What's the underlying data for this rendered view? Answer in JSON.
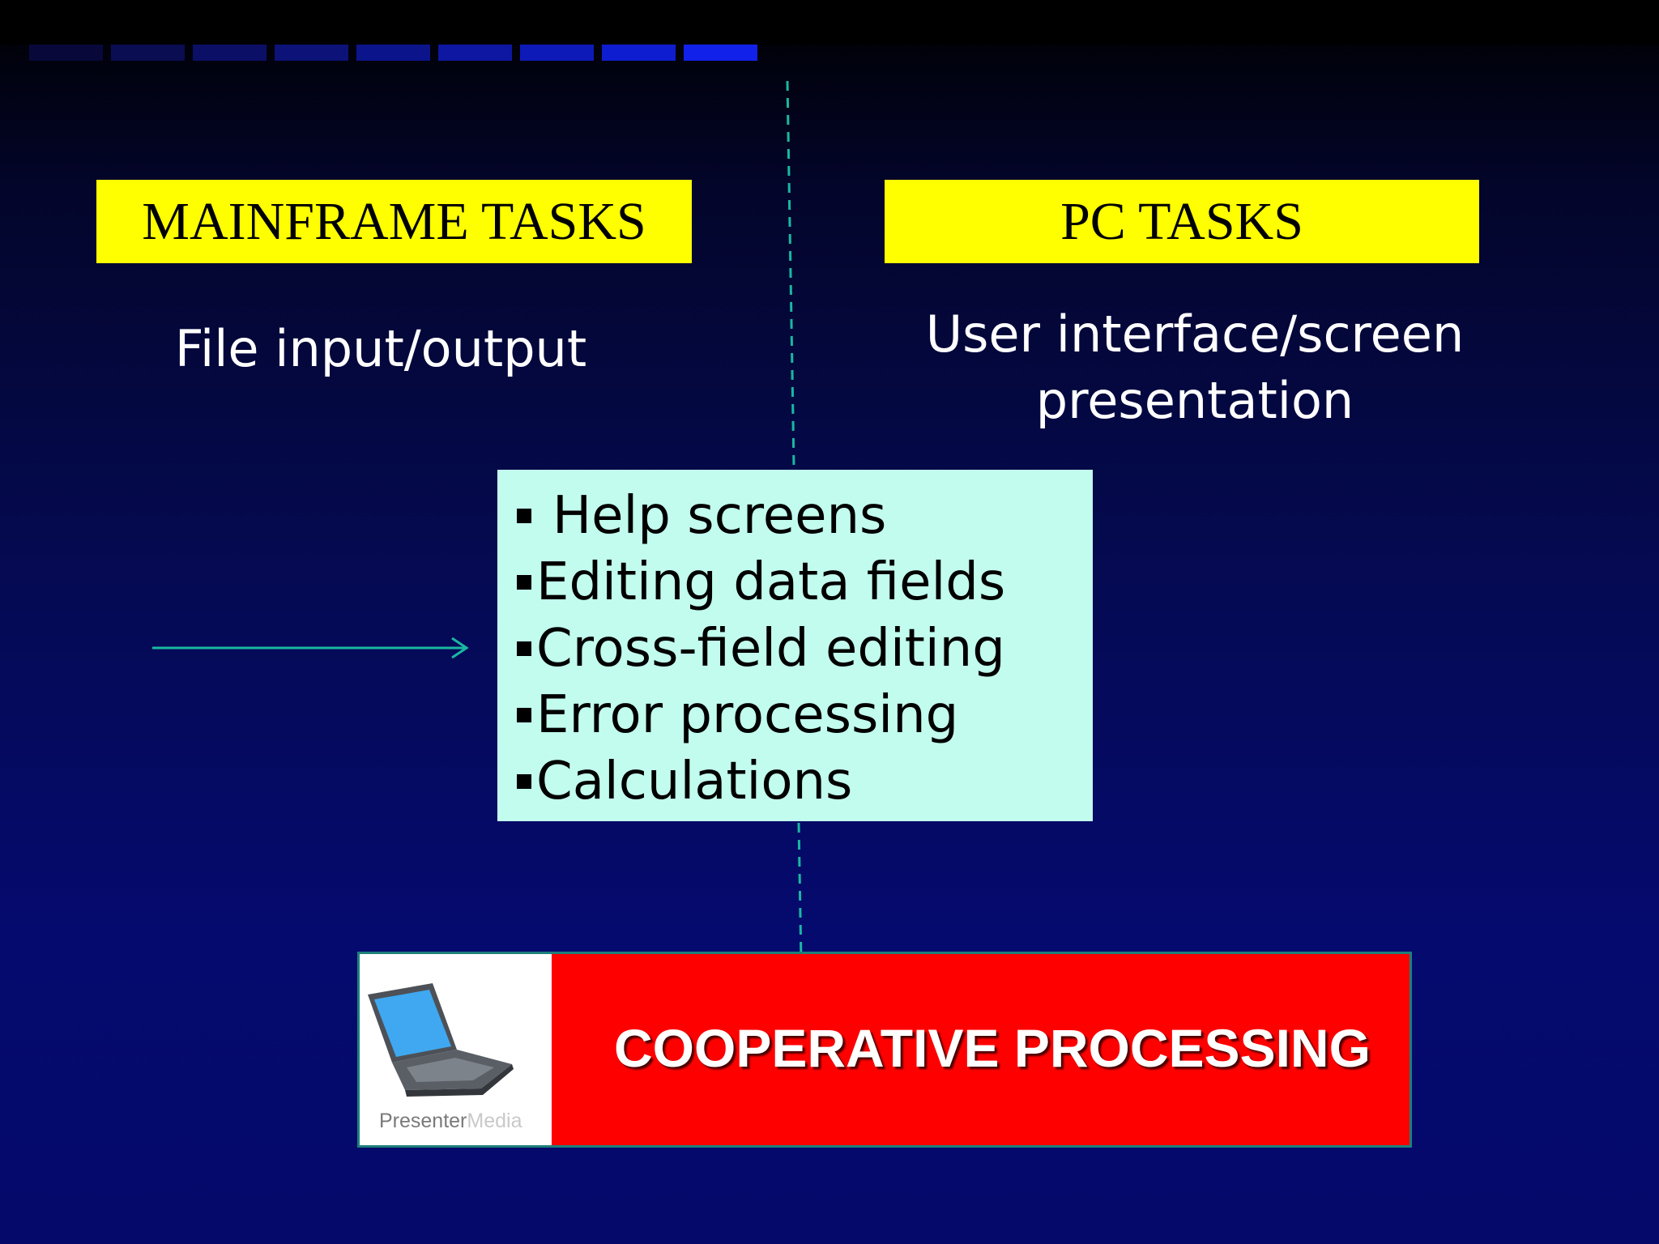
{
  "slide": {
    "left_column": {
      "heading": "MAINFRAME TASKS",
      "task": "File input/output"
    },
    "right_column": {
      "heading": "PC TASKS",
      "task_line1": "User interface/screen",
      "task_line2": "presentation"
    },
    "shared_tasks": [
      "Help screens",
      "Editing data fields",
      "Cross-field editing",
      "Error processing",
      "Calculations"
    ],
    "banner": {
      "text": "COOPERATIVE PROCESSING",
      "logo_text_dark": "Presenter",
      "logo_text_light": "Media"
    }
  },
  "colors": {
    "heading_box": "#ffff00",
    "shared_box": "#c2fcee",
    "banner": "#ff0000",
    "connector": "#19b8a2"
  },
  "icons": [
    "laptop-icon",
    "arrow-right-icon"
  ]
}
